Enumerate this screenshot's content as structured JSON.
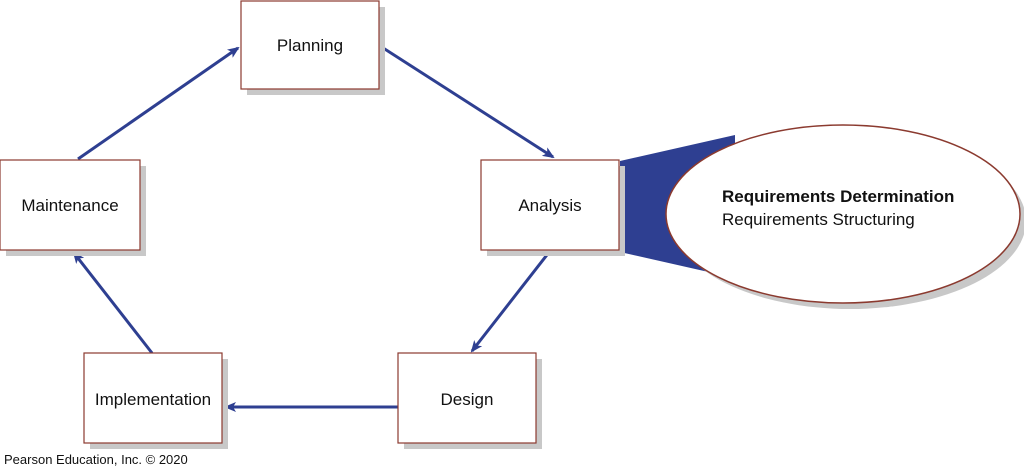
{
  "phases": {
    "planning": "Planning",
    "analysis": "Analysis",
    "design": "Design",
    "implementation": "Implementation",
    "maintenance": "Maintenance"
  },
  "analysis_detail": {
    "item_1": "Requirements Determination",
    "item_2": "Requirements Structuring"
  },
  "credit": "Pearson Education, Inc. © 2020",
  "colors": {
    "arrow": "#2e3f91",
    "box_border": "#8b3a2f",
    "shadow": "#c8c8c8"
  }
}
